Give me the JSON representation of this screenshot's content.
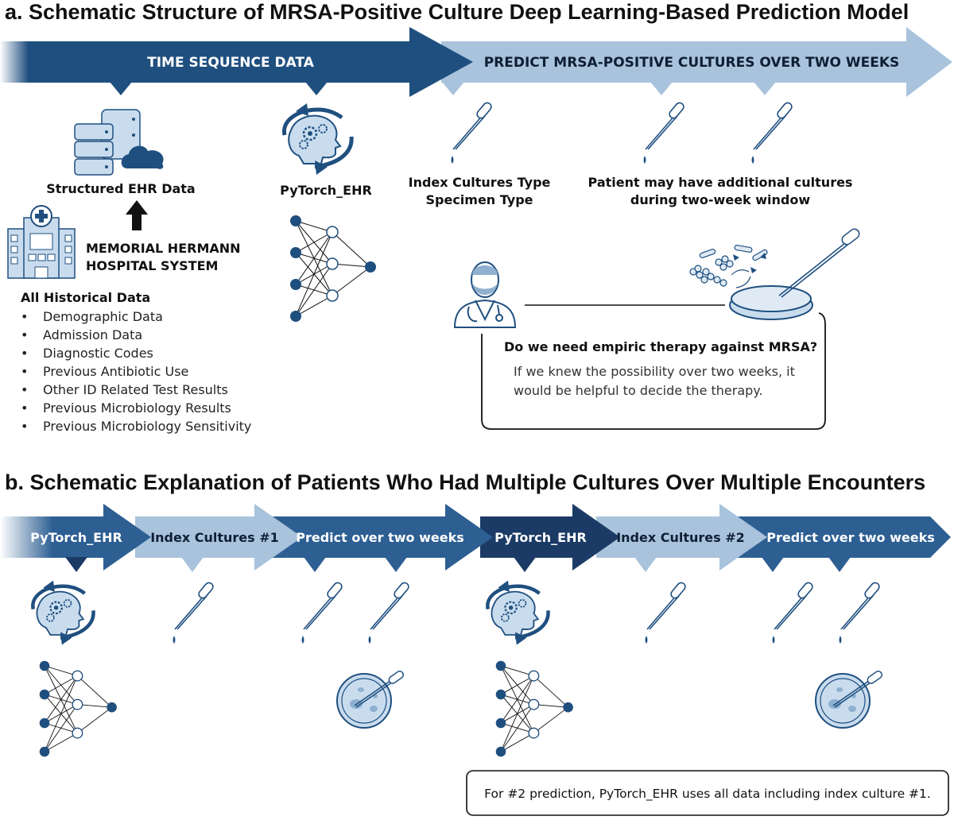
{
  "panel_a": {
    "title": "a.  Schematic Structure of MRSA-Positive Culture Deep Learning-Based Prediction Model",
    "band_left": "TIME SEQUENCE DATA",
    "band_right": "PREDICT MRSA-POSITIVE CULTURES OVER TWO WEEKS",
    "structured_ehr": "Structured EHR Data",
    "hospital_line1": "MEMORIAL HERMANN",
    "hospital_line2": "HOSPITAL SYSTEM",
    "pytorch_label": "PyTorch_EHR",
    "index_line1": "Index Cultures Type",
    "index_line2": "Specimen Type",
    "additional_line1": "Patient may have additional cultures",
    "additional_line2": "during two-week window",
    "historical_title": "All Historical Data",
    "historical_items": [
      "Demographic Data",
      "Admission Data",
      "Diagnostic Codes",
      "Previous Antibiotic Use",
      "Other ID Related Test Results",
      "Previous Microbiology Results",
      "Previous Microbiology Sensitivity"
    ],
    "question": "Do we need empiric therapy against MRSA?",
    "answer_line1": "If we knew the possibility over two weeks, it",
    "answer_line2": "would be helpful to decide the therapy."
  },
  "panel_b": {
    "title": "b.  Schematic Explanation of Patients Who Had Multiple Cultures Over Multiple Encounters",
    "arrows": [
      "PyTorch_EHR",
      "Index Cultures #1",
      "Predict over two weeks",
      "PyTorch_EHR",
      "Index Cultures #2",
      "Predict over two weeks"
    ],
    "note": "For #2 prediction, PyTorch_EHR uses all data including index culture #1."
  },
  "colors": {
    "dark_blue": "#1f4f7f",
    "navy": "#1b3a66",
    "mid_blue": "#2d5f93",
    "light_blue": "#a9c3dd",
    "icon_fill": "#c9dcee"
  },
  "icons": [
    "database-icon",
    "cloud-icon",
    "hospital-icon",
    "brain-gear-icon",
    "neural-network-icon",
    "pipette-icon",
    "doctor-icon",
    "petri-dish-icon",
    "bacteria-icon"
  ]
}
